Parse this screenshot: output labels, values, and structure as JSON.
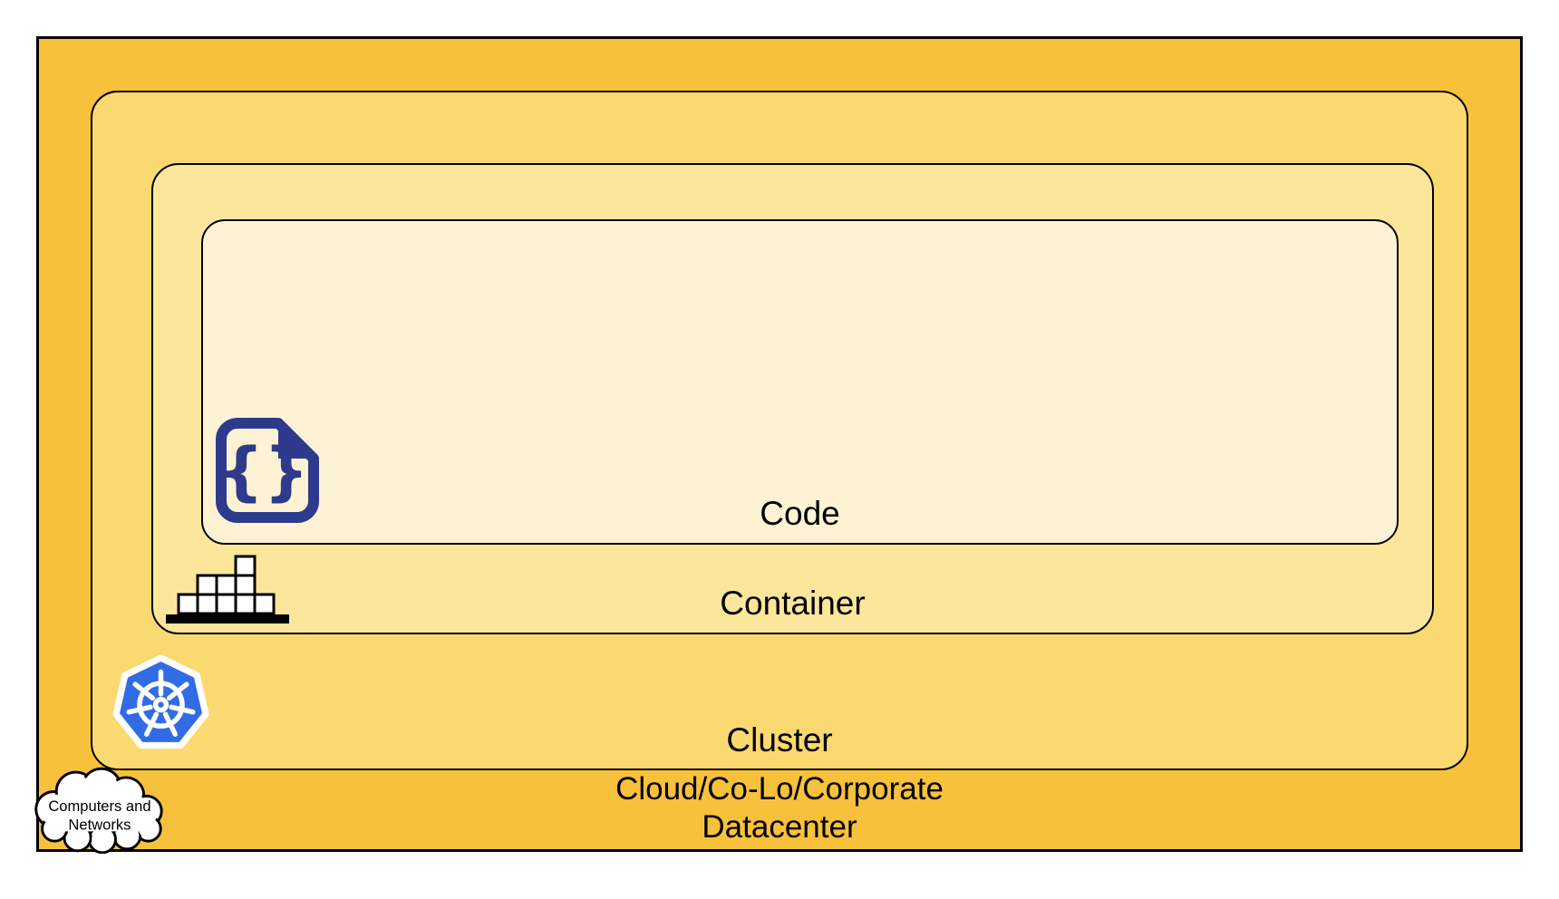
{
  "diagram": {
    "layers": [
      {
        "id": "code",
        "label": "Code"
      },
      {
        "id": "container",
        "label": "Container"
      },
      {
        "id": "cluster",
        "label": "Cluster"
      },
      {
        "id": "datacenter",
        "label_line1": "Cloud/Co-Lo/Corporate",
        "label_line2": "Datacenter"
      }
    ],
    "cloud_callout": {
      "line1": "Computers and",
      "line2": "Networks"
    },
    "icons": {
      "code": "code-file-icon",
      "container": "container-blocks-icon",
      "cluster": "kubernetes-icon",
      "datacenter": "computers-networks-cloud-icon",
      "code_braces_glyph": "{}"
    },
    "colors": {
      "datacenter_fill": "#F8C13C",
      "cluster_fill": "#FBD971",
      "container_fill": "#FCE69C",
      "code_fill": "#FDF3D4",
      "outline": "#000000",
      "kubernetes_blue": "#326CE5",
      "code_icon_navy": "#2E3A8C",
      "block_fill": "#FFFFFF"
    }
  }
}
